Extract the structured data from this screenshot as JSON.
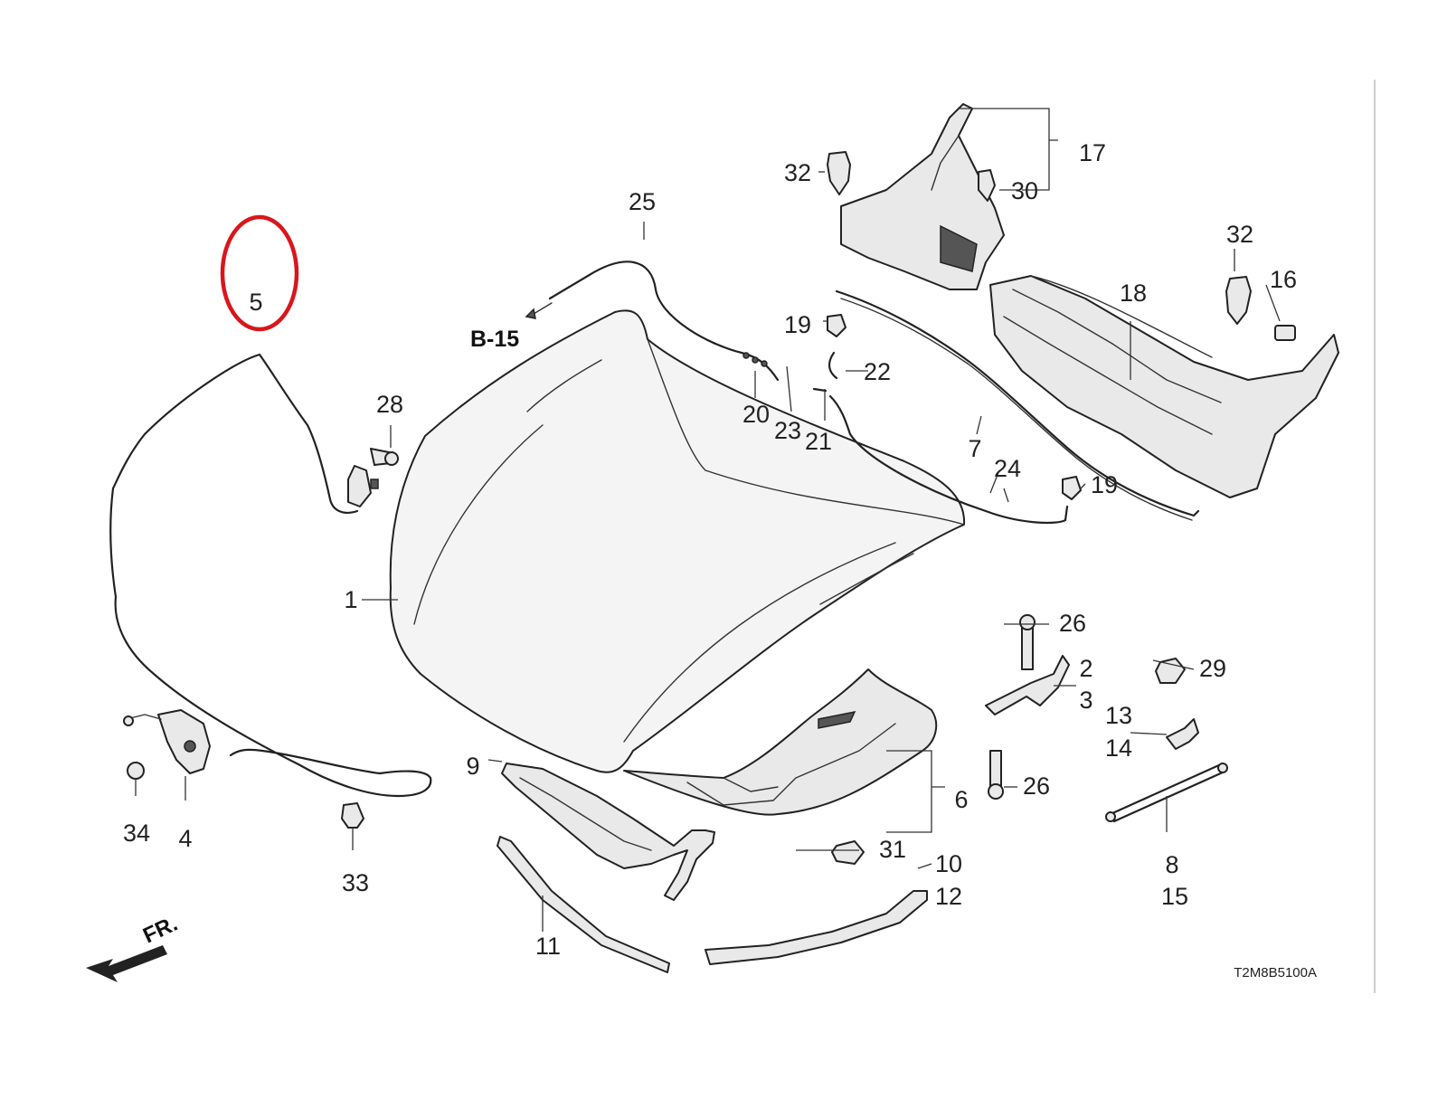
{
  "diagram": {
    "callouts": [
      {
        "id": "c1",
        "text": "1"
      },
      {
        "id": "c2",
        "text": "2"
      },
      {
        "id": "c3",
        "text": "3"
      },
      {
        "id": "c4",
        "text": "4"
      },
      {
        "id": "c5",
        "text": "5"
      },
      {
        "id": "c6",
        "text": "6"
      },
      {
        "id": "c7",
        "text": "7"
      },
      {
        "id": "c8",
        "text": "8"
      },
      {
        "id": "c9",
        "text": "9"
      },
      {
        "id": "c10",
        "text": "10"
      },
      {
        "id": "c11",
        "text": "11"
      },
      {
        "id": "c12",
        "text": "12"
      },
      {
        "id": "c13",
        "text": "13"
      },
      {
        "id": "c14",
        "text": "14"
      },
      {
        "id": "c15",
        "text": "15"
      },
      {
        "id": "c16",
        "text": "16"
      },
      {
        "id": "c17",
        "text": "17"
      },
      {
        "id": "c18",
        "text": "18"
      },
      {
        "id": "c19a",
        "text": "19"
      },
      {
        "id": "c19b",
        "text": "19"
      },
      {
        "id": "c20",
        "text": "20"
      },
      {
        "id": "c21",
        "text": "21"
      },
      {
        "id": "c22",
        "text": "22"
      },
      {
        "id": "c23",
        "text": "23"
      },
      {
        "id": "c24",
        "text": "24"
      },
      {
        "id": "c25",
        "text": "25"
      },
      {
        "id": "c26a",
        "text": "26"
      },
      {
        "id": "c26b",
        "text": "26"
      },
      {
        "id": "c28",
        "text": "28"
      },
      {
        "id": "c29",
        "text": "29"
      },
      {
        "id": "c30",
        "text": "30"
      },
      {
        "id": "c31",
        "text": "31"
      },
      {
        "id": "c32a",
        "text": "32"
      },
      {
        "id": "c32b",
        "text": "32"
      },
      {
        "id": "c33",
        "text": "33"
      },
      {
        "id": "c34",
        "text": "34"
      }
    ],
    "reference_label": "B-15",
    "direction_label": "FR.",
    "diagram_code": "T2M8B5100A",
    "highlight_color": "#d9161c",
    "line_color": "#222222"
  }
}
